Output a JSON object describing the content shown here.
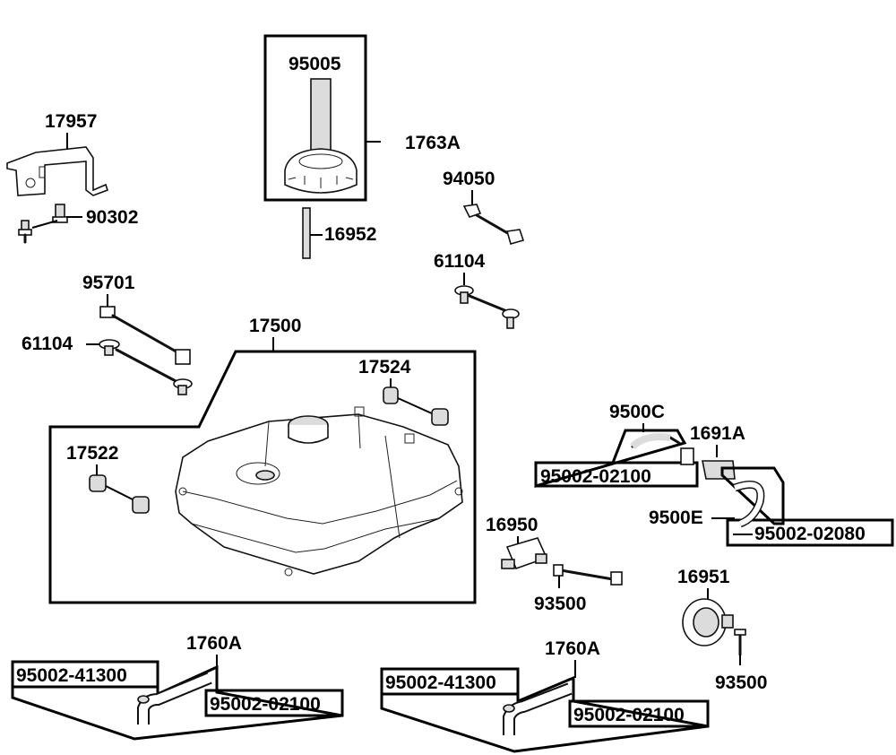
{
  "labels": {
    "p95005": "95005",
    "p1763A": "1763A",
    "p16952": "16952",
    "p17957": "17957",
    "p90302": "90302",
    "p94050": "94050",
    "p61104a": "61104",
    "p95701": "95701",
    "p61104b": "61104",
    "p17500": "17500",
    "p17524": "17524",
    "p17522": "17522",
    "p9500C": "9500C",
    "p1691A": "1691A",
    "p95002_02100_a": "95002-02100",
    "p9500E": "9500E",
    "p95002_02080": "95002-02080",
    "p16950": "16950",
    "p93500a": "93500",
    "p16951": "16951",
    "p93500b": "93500",
    "p1760A_left": "1760A",
    "p95002_41300_left": "95002-41300",
    "p95002_02100_left": "95002-02100",
    "p1760A_right": "1760A",
    "p95002_41300_right": "95002-41300",
    "p95002_02100_right": "95002-02100"
  }
}
